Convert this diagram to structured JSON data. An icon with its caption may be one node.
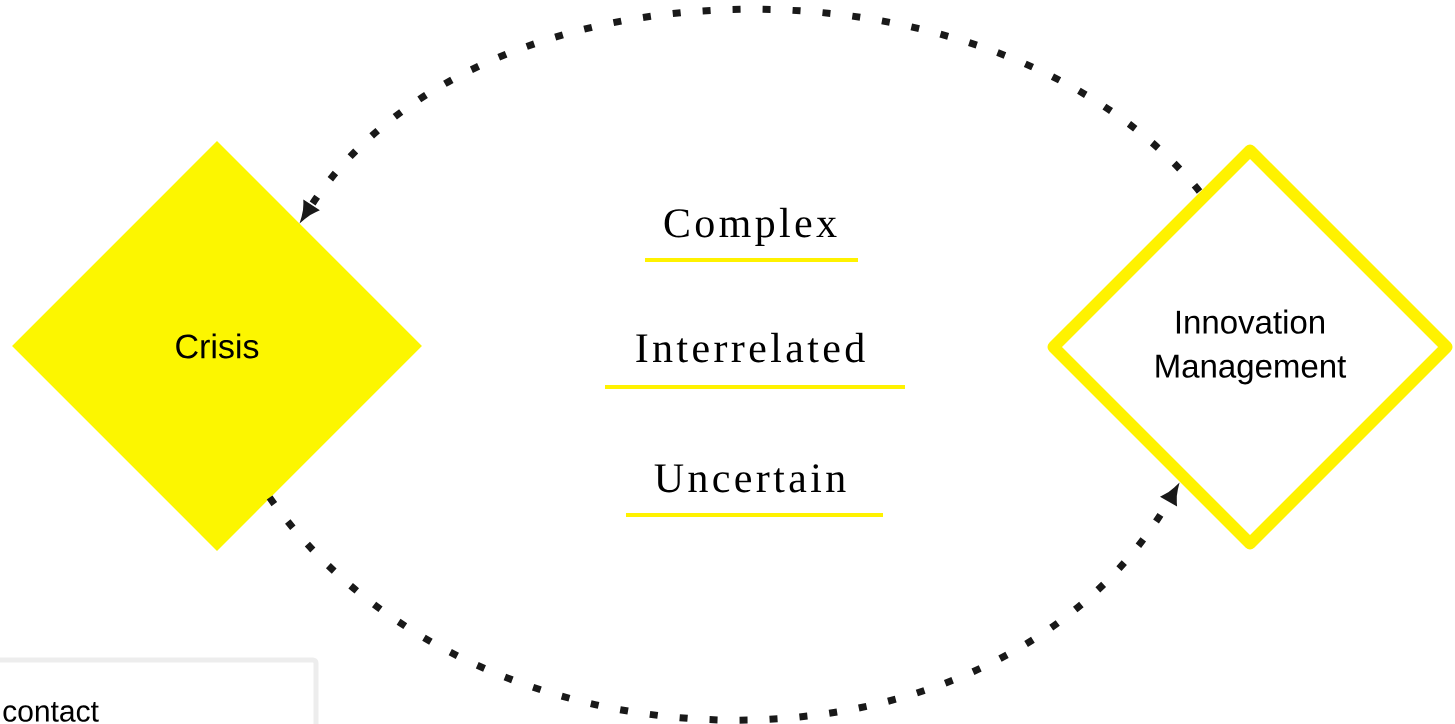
{
  "diagram": {
    "nodes": [
      {
        "text": [
          "Crisis"
        ]
      },
      {
        "text": [
          "Innovation Management"
        ]
      },
      {
        "text": [
          "contact"
        ]
      }
    ],
    "edges": [
      {
        "from": 1,
        "to": 0,
        "arrow": "to",
        "style": "dashed"
      },
      {
        "from": 0,
        "to": 1,
        "arrow": "to",
        "style": "dashed"
      }
    ],
    "labels": [
      "Complex",
      "Interrelated",
      "Uncertain"
    ]
  }
}
